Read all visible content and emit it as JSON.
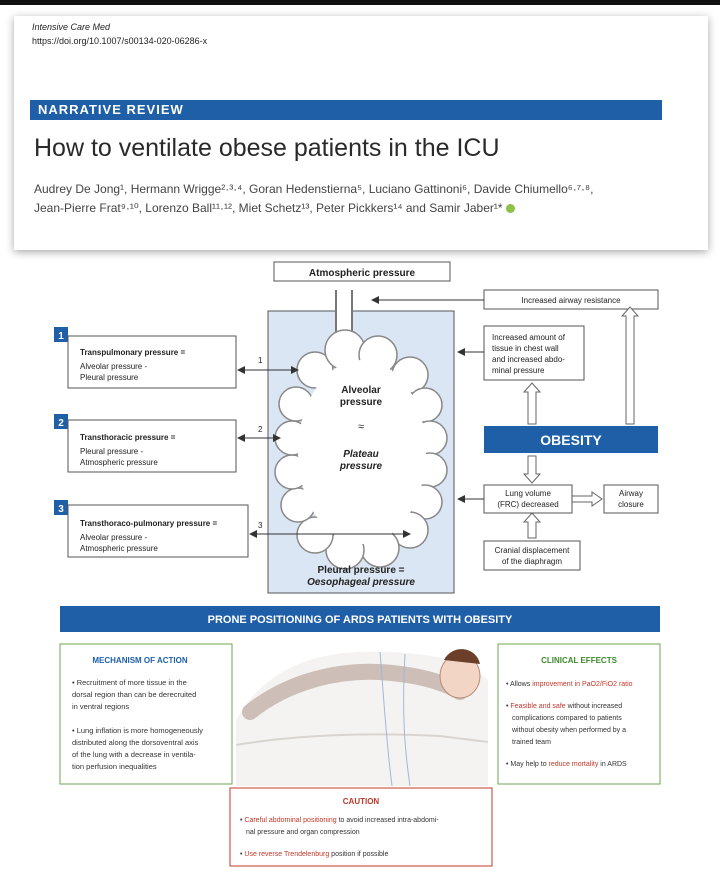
{
  "header": {
    "journal": "Intensive Care Med",
    "doi": "https://doi.org/10.1007/s00134-020-06286-x",
    "section": "NARRATIVE REVIEW",
    "title": "How to ventilate obese patients in the ICU",
    "authors_line1": "Audrey De Jong¹, Hermann Wrigge²·³·⁴, Goran Hedenstierna⁵, Luciano Gattinoni⁶, Davide Chiumello⁶·⁷·⁸,",
    "authors_line2": "Jean-Pierre Frat⁹·¹⁰, Lorenzo Ball¹¹·¹², Miet Schetz¹³, Peter Pickkers¹⁴ and Samir Jaber¹*"
  },
  "diagram": {
    "atmospheric": "Atmospheric pressure",
    "airway_resistance": "Increased airway resistance",
    "chest_wall": [
      "Increased amount of",
      "tissue in chest wall",
      "and increased abdo-",
      "minal pressure"
    ],
    "obesity": "OBESITY",
    "lung_volume": [
      "Lung volume",
      "(FRC) decreased"
    ],
    "airway_closure": [
      "Airway",
      "closure"
    ],
    "cranial": [
      "Cranial displacement",
      "of the diaphragm"
    ],
    "alveolar": [
      "Alveolar",
      "pressure"
    ],
    "approx": "≈",
    "plateau": [
      "Plateau",
      "pressure"
    ],
    "pleural": [
      "Pleural pressure =",
      "Oesophageal pressure"
    ],
    "box1": {
      "num": "1",
      "title": "Transpulmonary pressure =",
      "l1": "Alveolar pressure -",
      "l2": "Pleural pressure",
      "arrow": "1"
    },
    "box2": {
      "num": "2",
      "title": "Transthoracic pressure =",
      "l1": "Pleural pressure -",
      "l2": "Atmospheric pressure",
      "arrow": "2"
    },
    "box3": {
      "num": "3",
      "title": "Transthoraco-pulmonary pressure =",
      "l1": "Alveolar pressure -",
      "l2": "Atmospheric pressure",
      "arrow": "3"
    }
  },
  "prone": {
    "banner": "PRONE POSITIONING OF ARDS PATIENTS WITH OBESITY",
    "mechanism_title": "MECHANISM OF ACTION",
    "mech1": [
      "• Recruitment of more tissue in the",
      "dorsal region than can be derecruited",
      "in ventral regions"
    ],
    "mech2": [
      "• Lung inflation is more homogeneously",
      "distributed along the dorsoventral axis",
      "of the lung with a decrease in ventila-",
      "tion perfusion inequalities"
    ],
    "clinical_title": "CLINICAL EFFECTS",
    "clin1_a": "• Allows ",
    "clin1_b": "improvement in PaO2/FiO2 ratio",
    "clin2_a": "• ",
    "clin2_b": "Feasible and safe",
    "clin2_c": " without increased",
    "clin2_l2": "complications compared to patients",
    "clin2_l3": "without obesity when performed by a",
    "clin2_l4": "trained team",
    "clin3_a": "• May help to ",
    "clin3_b": "reduce mortality",
    "clin3_c": " in ARDS",
    "caution_title": "CAUTION",
    "caution1_a": "• ",
    "caution1_b": "Careful abdominal positioning",
    "caution1_c": " to avoid increased intra-abdomi-",
    "caution1_l2": "nal pressure and organ compression",
    "caution2_a": "• ",
    "caution2_b": "Use reverse Trendelenburg",
    "caution2_c": " position if possible"
  },
  "colors": {
    "blue": "#1f5fa8",
    "lightblue": "#dbe6f4",
    "green": "#6aa84f",
    "red": "#c0392b"
  }
}
